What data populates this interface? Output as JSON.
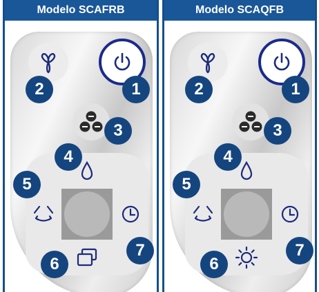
{
  "panels": [
    {
      "title": "Modelo SCAFRB",
      "badges": [
        "1",
        "2",
        "3",
        "4",
        "5",
        "6",
        "7"
      ],
      "bottom_icon": "copy-icon"
    },
    {
      "title": "Modelo SCAQFB",
      "badges": [
        "1",
        "2",
        "3",
        "4",
        "5",
        "6",
        "7"
      ],
      "bottom_icon": "sun-icon"
    }
  ],
  "colors": {
    "header_bg": "#1a5798",
    "badge_bg": "#15457f",
    "power_ring": "#1a2a8c",
    "icon_stroke": "#1b2a7a"
  },
  "icons": {
    "fan": "fan-icon",
    "power": "power-icon",
    "speed": "speed-icon",
    "humidity": "drop-icon",
    "swing": "swing-icon",
    "timer": "clock-icon"
  }
}
